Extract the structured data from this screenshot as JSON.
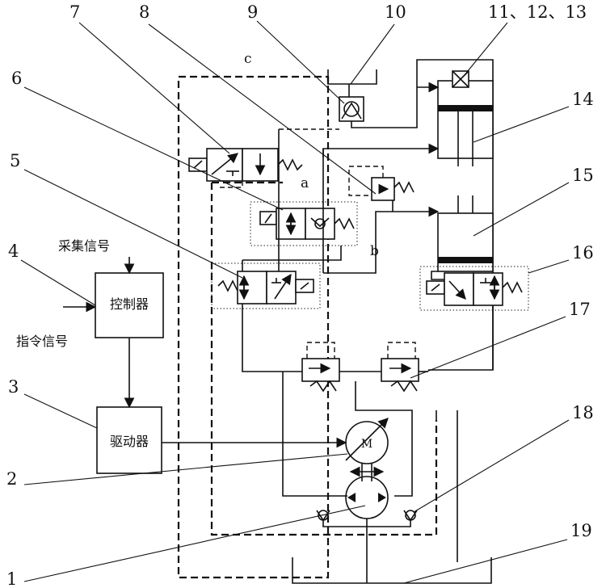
{
  "labels": {
    "n1": "1",
    "n2": "2",
    "n3": "3",
    "n4": "4",
    "n5": "5",
    "n6": "6",
    "n7": "7",
    "n8": "8",
    "n9": "9",
    "n10": "10",
    "n11_13": "11、12、13",
    "n14": "14",
    "n15": "15",
    "n16": "16",
    "n17": "17",
    "n18": "18",
    "n19": "19"
  },
  "ports": {
    "a": "a",
    "b": "b",
    "c": "c"
  },
  "blocks": {
    "controller": "控制器",
    "driver": "驱动器",
    "motor": "M"
  },
  "signals": {
    "collect": "采集信号",
    "command": "指令信号"
  }
}
